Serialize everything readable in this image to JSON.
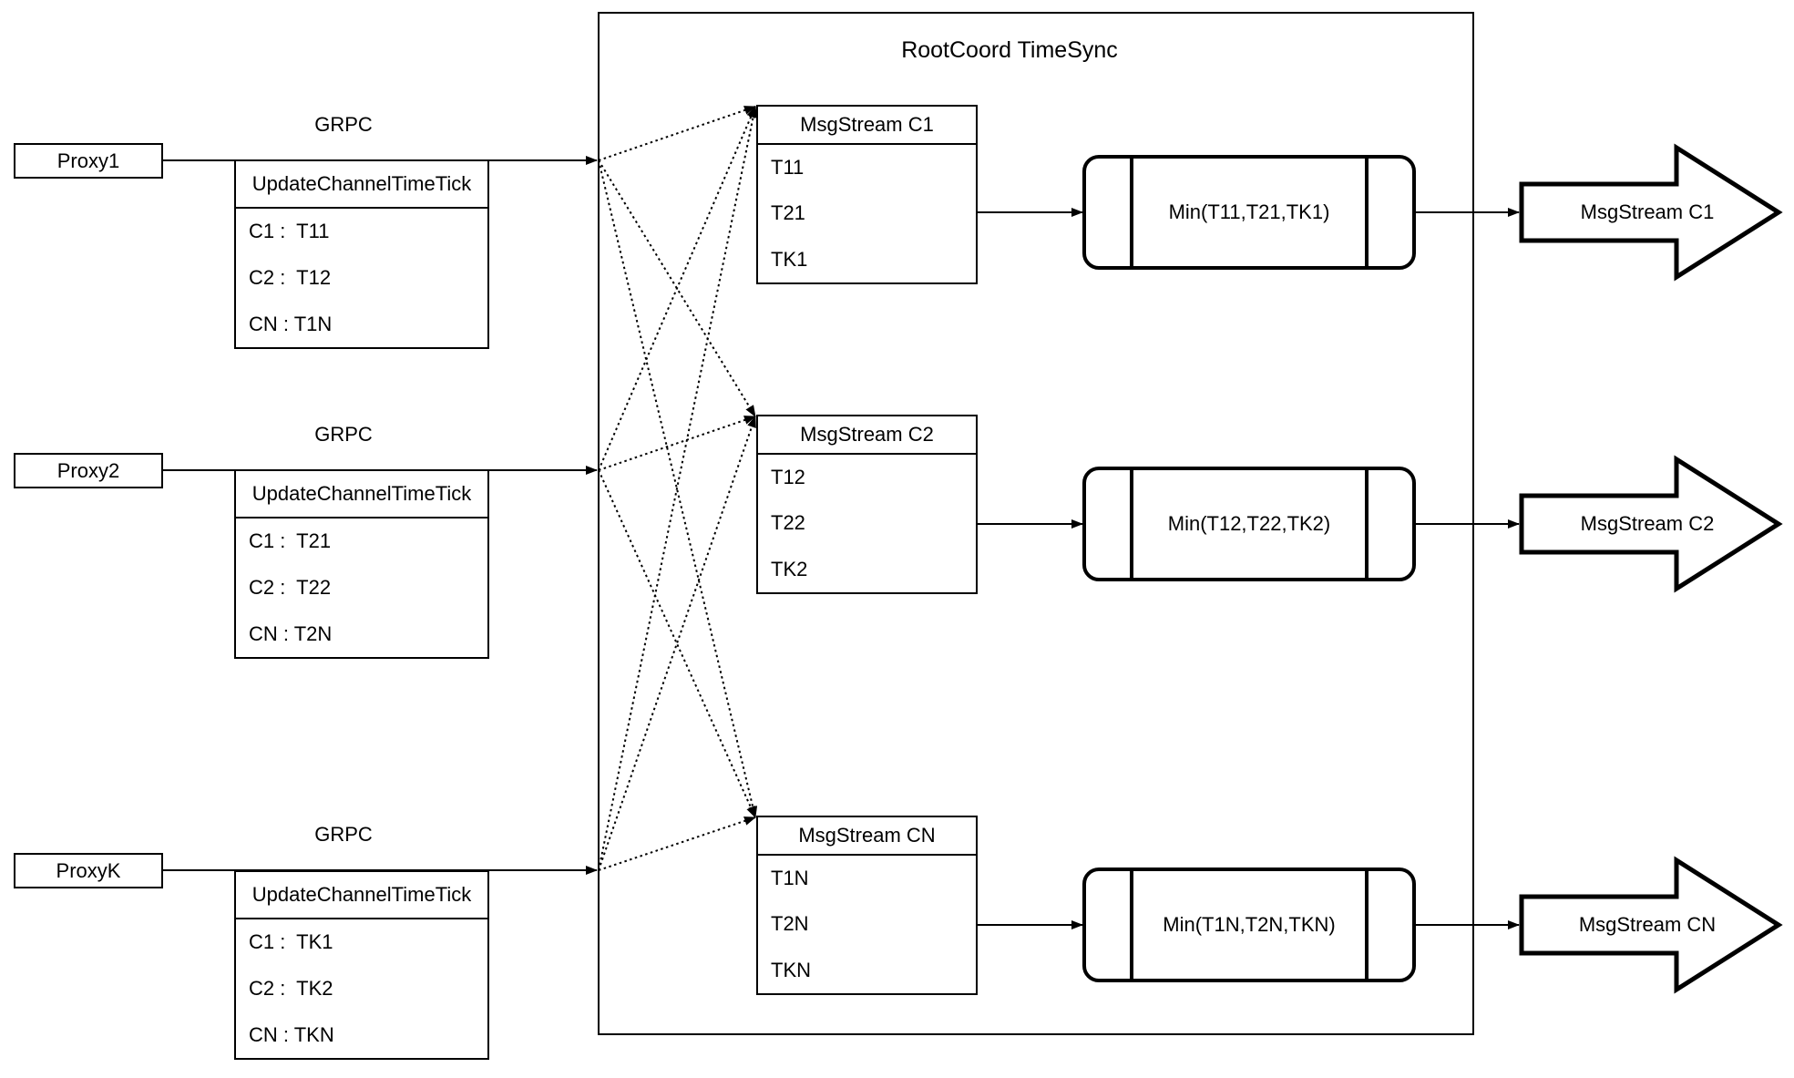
{
  "diagram": {
    "title": "RootCoord TimeSync",
    "colors": {
      "stroke": "#000000",
      "background": "#ffffff"
    },
    "proxies": [
      {
        "label": "Proxy1",
        "protocol": "GRPC",
        "message": {
          "header": "UpdateChannelTimeTick",
          "rows": [
            "C1 :  T11",
            "C2 :  T12",
            "CN : T1N"
          ]
        }
      },
      {
        "label": "Proxy2",
        "protocol": "GRPC",
        "message": {
          "header": "UpdateChannelTimeTick",
          "rows": [
            "C1 :  T21",
            "C2 :  T22",
            "CN : T2N"
          ]
        }
      },
      {
        "label": "ProxyK",
        "protocol": "GRPC",
        "message": {
          "header": "UpdateChannelTimeTick",
          "rows": [
            "C1 :  TK1",
            "C2 :  TK2",
            "CN : TKN"
          ]
        }
      }
    ],
    "streams": [
      {
        "title": "MsgStream C1",
        "ticks": [
          "T11",
          "T21",
          "TK1"
        ],
        "min": "Min(T11,T21,TK1)",
        "output": "MsgStream C1"
      },
      {
        "title": "MsgStream C2",
        "ticks": [
          "T12",
          "T22",
          "TK2"
        ],
        "min": "Min(T12,T22,TK2)",
        "output": "MsgStream C2"
      },
      {
        "title": "MsgStream CN",
        "ticks": [
          "T1N",
          "T2N",
          "TKN"
        ],
        "min": "Min(T1N,T2N,TKN)",
        "output": "MsgStream CN"
      }
    ]
  }
}
